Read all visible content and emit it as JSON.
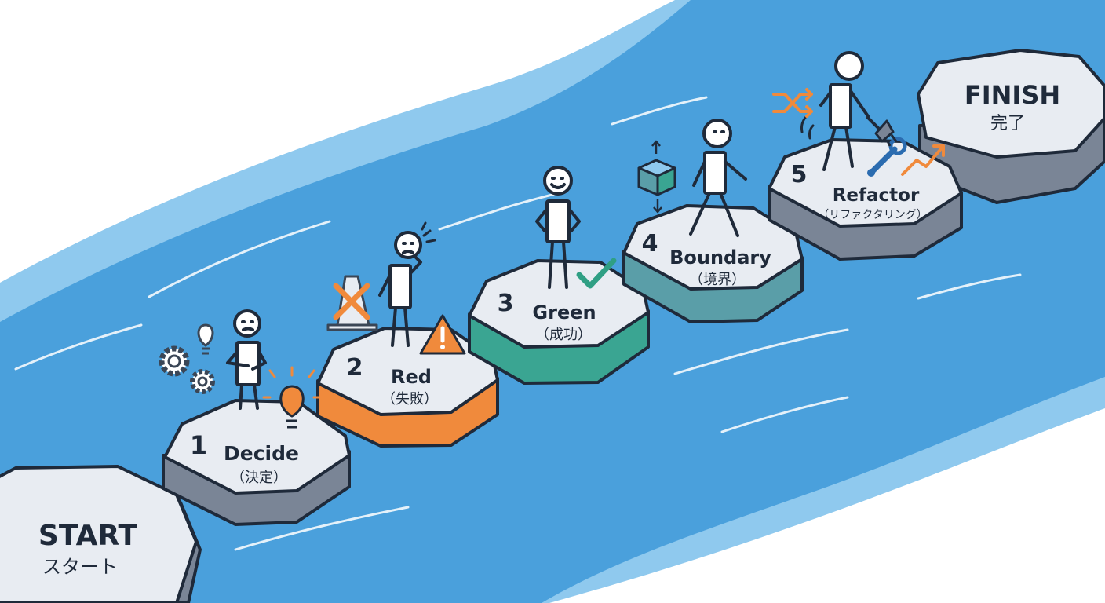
{
  "start": {
    "title": "START",
    "subtitle": "スタート"
  },
  "finish": {
    "title": "FINISH",
    "subtitle": "完了"
  },
  "steps": [
    {
      "number": "1",
      "title": "Decide",
      "subtitle": "（決定）"
    },
    {
      "number": "2",
      "title": "Red",
      "subtitle": "（失敗）"
    },
    {
      "number": "3",
      "title": "Green",
      "subtitle": "（成功）"
    },
    {
      "number": "4",
      "title": "Boundary",
      "subtitle": "（境界）"
    },
    {
      "number": "5",
      "title": "Refactor",
      "subtitle": "（リファクタリング）"
    }
  ],
  "colors": {
    "river": "#4aa0dc",
    "river_light": "#8fc9ee",
    "bank": "#6cc583",
    "bank_edge": "#a87a4e",
    "stone_top": "#e8ecf2",
    "stone_side_gray": "#7a8596",
    "stone_side_red": "#f08a3c",
    "stone_side_green": "#3aa592",
    "stone_side_teal": "#5a9ea8",
    "outline": "#1f2a3a",
    "accent_orange": "#f08a3c",
    "accent_green": "#2f9f84"
  },
  "icons": [
    "gear-icon",
    "lightbulb-icon",
    "cone-icon",
    "x-mark-icon",
    "warning-icon",
    "checkmark-icon",
    "box-icon",
    "shuffle-icon",
    "wrench-icon",
    "trend-up-icon",
    "broom-icon"
  ]
}
